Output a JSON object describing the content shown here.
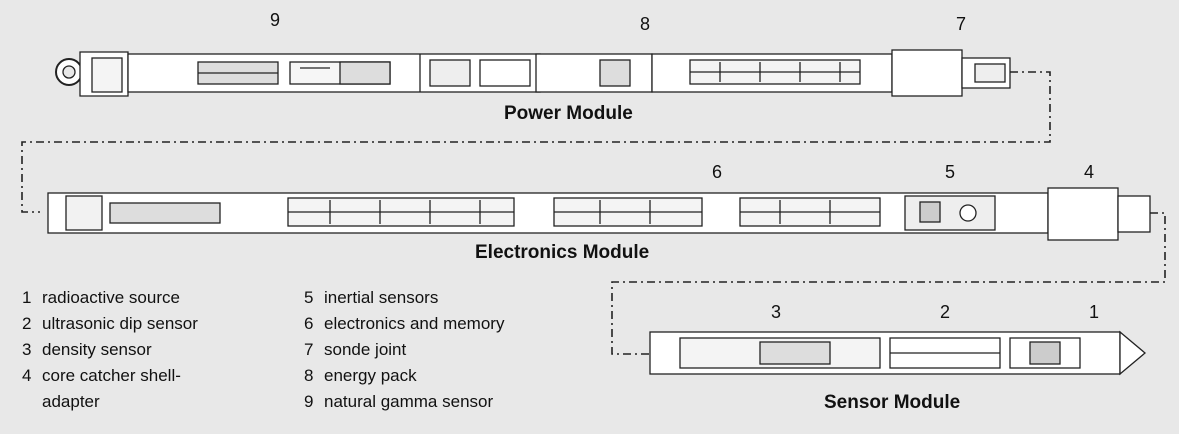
{
  "callouts": {
    "power": [
      "9",
      "8",
      "7"
    ],
    "electronics": [
      "6",
      "5",
      "4"
    ],
    "sensor": [
      "3",
      "2",
      "1"
    ]
  },
  "modules": {
    "power": "Power Module",
    "electronics": "Electronics Module",
    "sensor": "Sensor Module"
  },
  "legend": {
    "left": [
      {
        "n": "1",
        "text": "radioactive source"
      },
      {
        "n": "2",
        "text": "ultrasonic dip sensor"
      },
      {
        "n": "3",
        "text": "density sensor"
      },
      {
        "n": "4",
        "text": "core catcher shell-"
      },
      {
        "n": "",
        "text": "adapter"
      }
    ],
    "right": [
      {
        "n": "5",
        "text": "inertial sensors"
      },
      {
        "n": "6",
        "text": "electronics and memory"
      },
      {
        "n": "7",
        "text": "sonde joint"
      },
      {
        "n": "8",
        "text": "energy pack"
      },
      {
        "n": "9",
        "text": "natural gamma sensor"
      }
    ]
  }
}
